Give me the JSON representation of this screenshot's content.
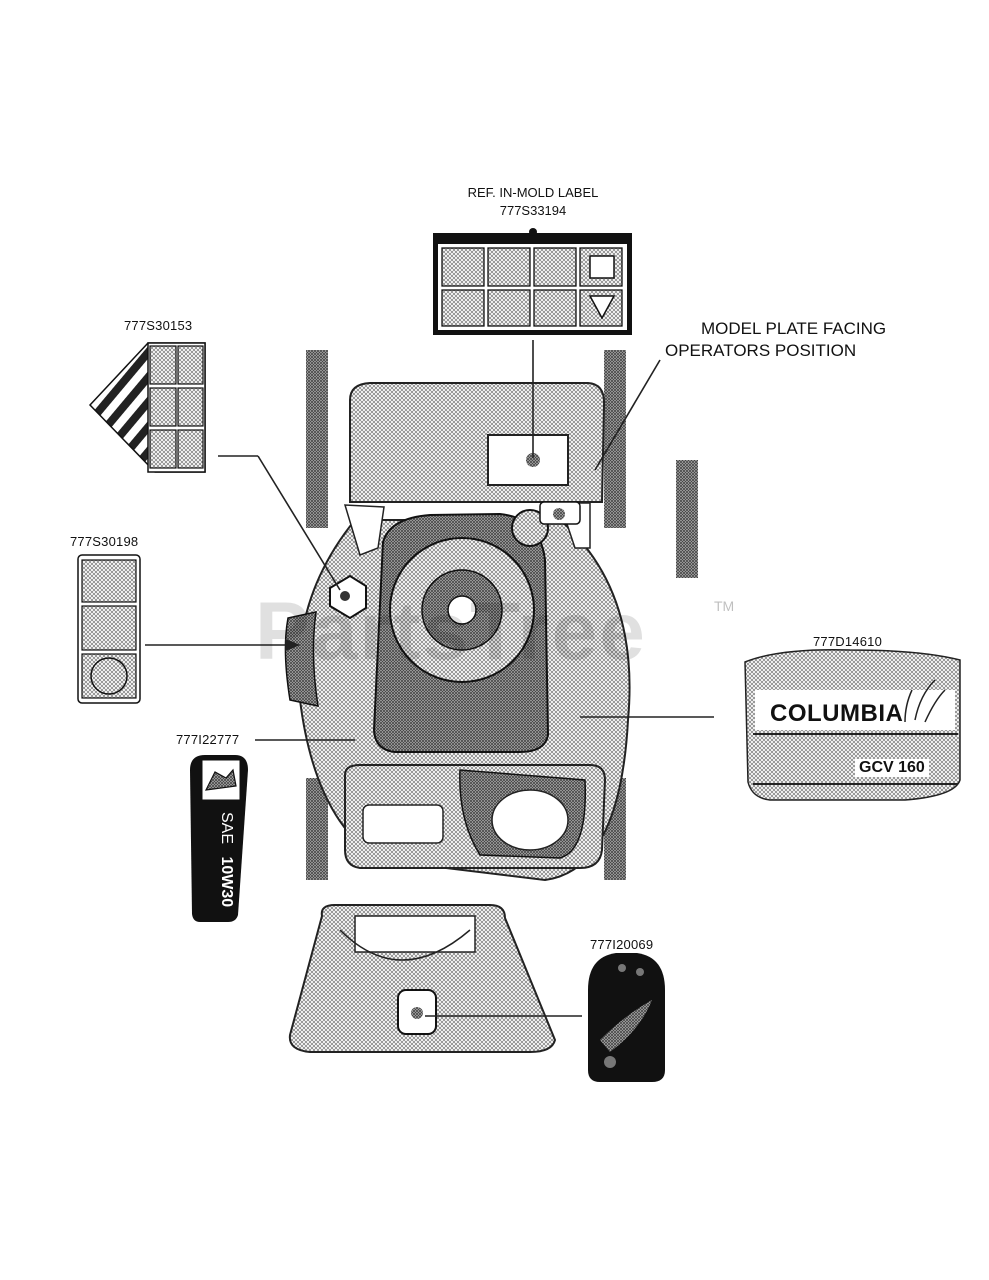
{
  "header": {
    "ref_line1": "REF. IN-MOLD LABEL",
    "ref_line2": "777S33194"
  },
  "note": {
    "line1": "MODEL PLATE FACING",
    "line2": "OPERATORS POSITION"
  },
  "parts": {
    "p1": "777S30153",
    "p2": "777S30198",
    "p3": "777I22777",
    "p4": "777D14610",
    "p5": "777I20069"
  },
  "decal": {
    "brand": "COLUMBIA",
    "engine": "GCV 160"
  },
  "oil_label": {
    "sae": "SAE",
    "grade": "10W30"
  },
  "watermark": {
    "text": "PartsTree",
    "tm": "TM"
  }
}
